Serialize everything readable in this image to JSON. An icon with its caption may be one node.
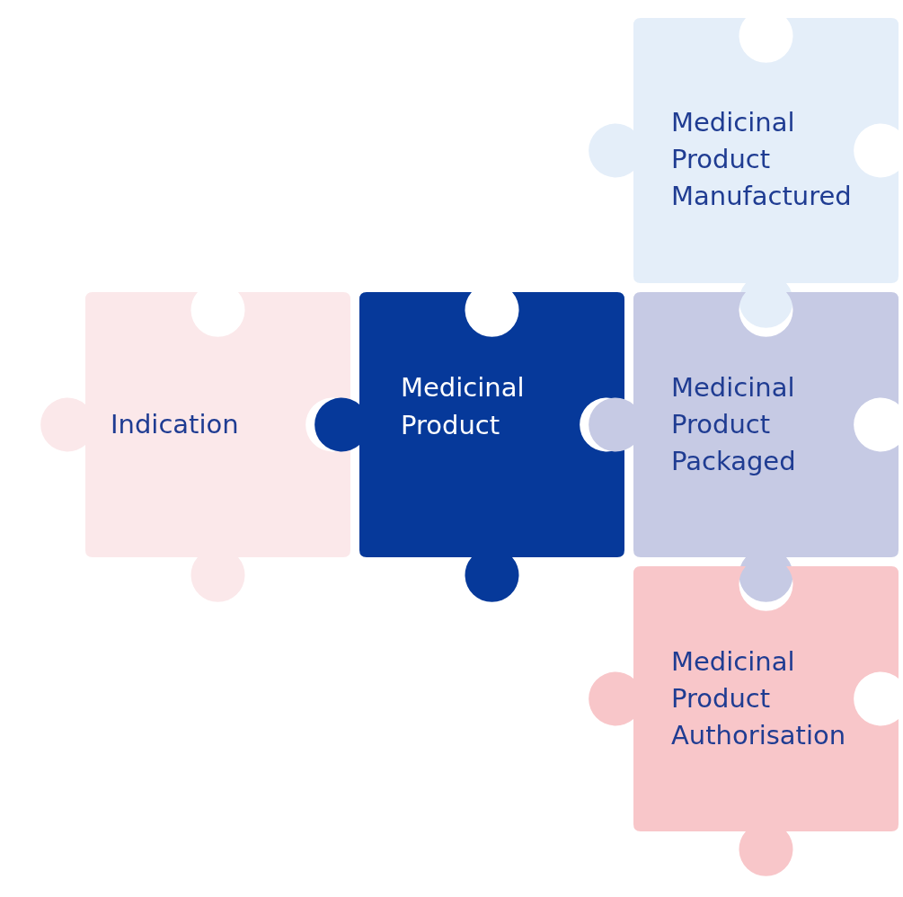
{
  "diagram": {
    "nodes": [
      {
        "text": [
          "Indication"
        ]
      },
      {
        "text": [
          "Medicinal Product"
        ]
      },
      {
        "text": [
          "Medicinal Product Manufactured"
        ]
      },
      {
        "text": [
          "Medicinal Product Packaged"
        ]
      },
      {
        "text": [
          "Medicinal Product Authorisation"
        ]
      }
    ]
  }
}
